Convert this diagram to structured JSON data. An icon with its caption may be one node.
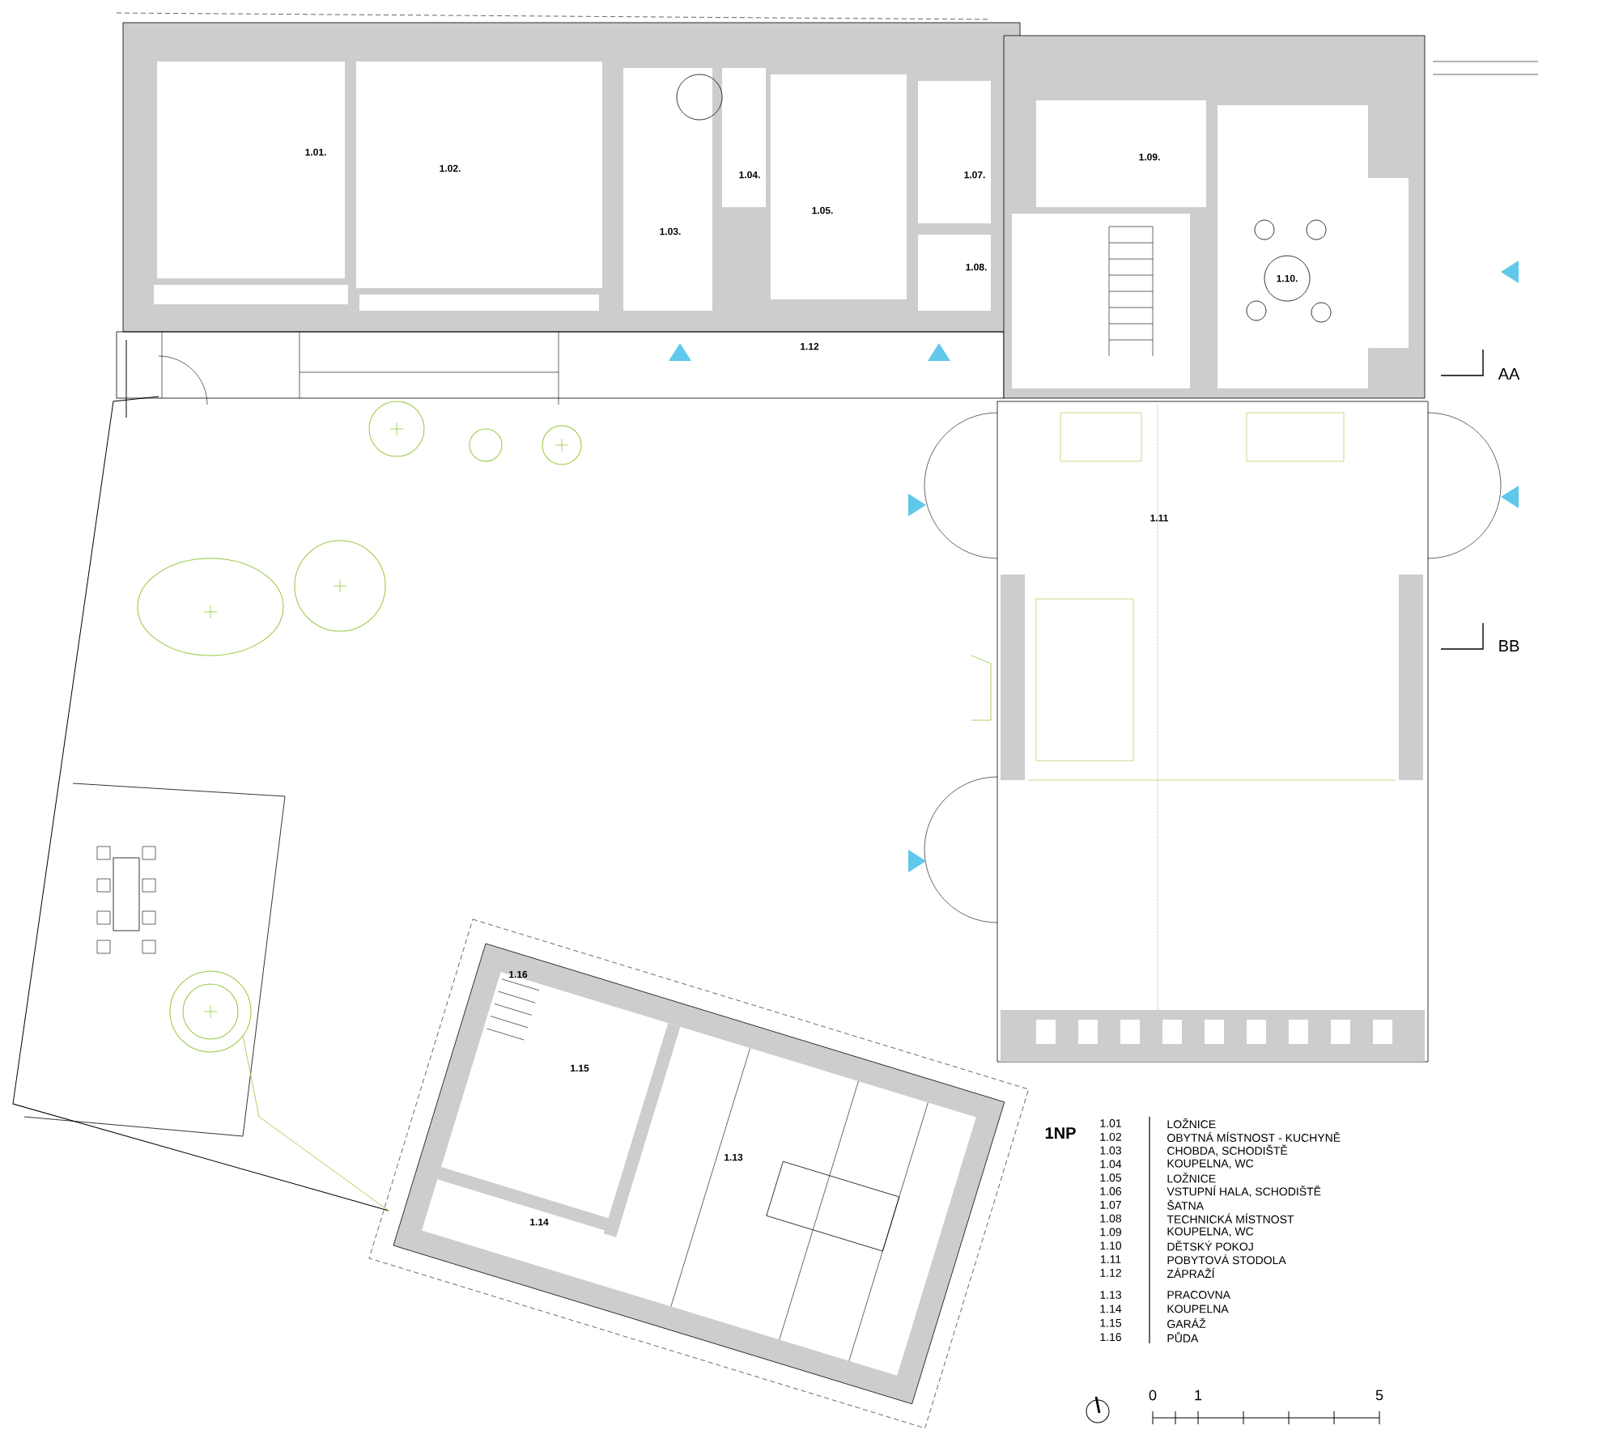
{
  "diagram": {
    "labels": [
      "1.01.",
      "1.02.",
      "1.04.",
      "1.07.",
      "1.09.",
      "1.03.",
      "1.05.",
      "1.08.",
      "1.10.",
      "1.12",
      "AA",
      "1.11",
      "BB",
      "1.16",
      "1.15",
      "1.13",
      "1.14",
      "1NP",
      "1.01",
      "LOŽNICE",
      "1.02",
      "OBYTNÁ MÍSTNOST - KUCHYNĚ",
      "1.03",
      "CHOBDA, SCHODIŠTĚ",
      "1.04",
      "KOUPELNA, WC",
      "1.05",
      "LOŽNICE",
      "1.06",
      "VSTUPNÍ HALA, SCHODIŠTĚ",
      "1.07",
      "ŠATNA",
      "1.08",
      "TECHNICKÁ MÍSTNOST",
      "1.09",
      "KOUPELNA, WC",
      "1.10",
      "DĚTSKÝ POKOJ",
      "1.11",
      "POBYTOVÁ STODOLA",
      "1.12",
      "ZÁPRAŽÍ",
      "1.13",
      "PRACOVNA",
      "1.14",
      "KOUPELNA",
      "1.15",
      "GARÁŽ",
      "1.16",
      "PŮDA",
      "0",
      "1",
      "5"
    ]
  }
}
